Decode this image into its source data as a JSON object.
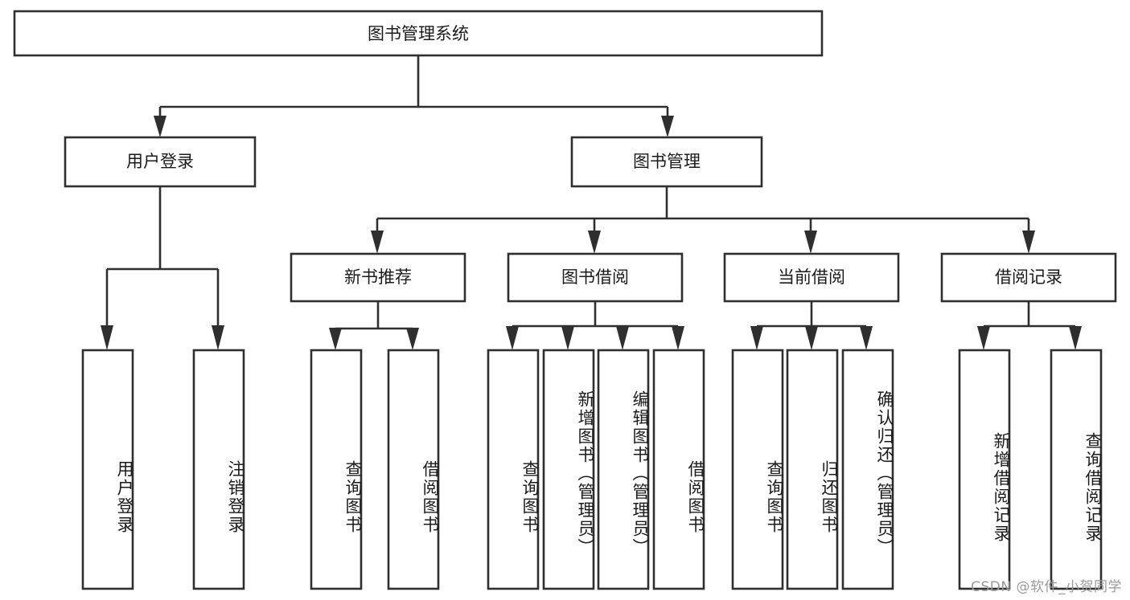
{
  "diagram": {
    "type": "hierarchy-tree",
    "title": "图书管理系统",
    "background_color": "#ffffff",
    "line_color": "#2f2f2f",
    "text_color": "#1b1b1b",
    "root": {
      "label": "图书管理系统"
    },
    "level2": [
      {
        "label": "用户登录"
      },
      {
        "label": "图书管理"
      }
    ],
    "level3": [
      {
        "label": "新书推荐"
      },
      {
        "label": "图书借阅"
      },
      {
        "label": "当前借阅"
      },
      {
        "label": "借阅记录"
      }
    ],
    "leaves": {
      "user_login": [
        {
          "label": "用户登录"
        },
        {
          "label": "注销登录"
        }
      ],
      "new_book": [
        {
          "label": "查询图书"
        },
        {
          "label": "借阅图书"
        }
      ],
      "book_borrow": [
        {
          "label": "查询图书"
        },
        {
          "label": "新增图书（管理员）"
        },
        {
          "label": "编辑图书（管理员）"
        },
        {
          "label": "借阅图书"
        }
      ],
      "current_borrow": [
        {
          "label": "查询图书"
        },
        {
          "label": "归还图书"
        },
        {
          "label": "确认归还（管理员）"
        }
      ],
      "borrow_record": [
        {
          "label": "新增借阅记录"
        },
        {
          "label": "查询借阅记录"
        }
      ]
    }
  },
  "watermark": {
    "text": "CSDN @软件_小贺同学"
  }
}
